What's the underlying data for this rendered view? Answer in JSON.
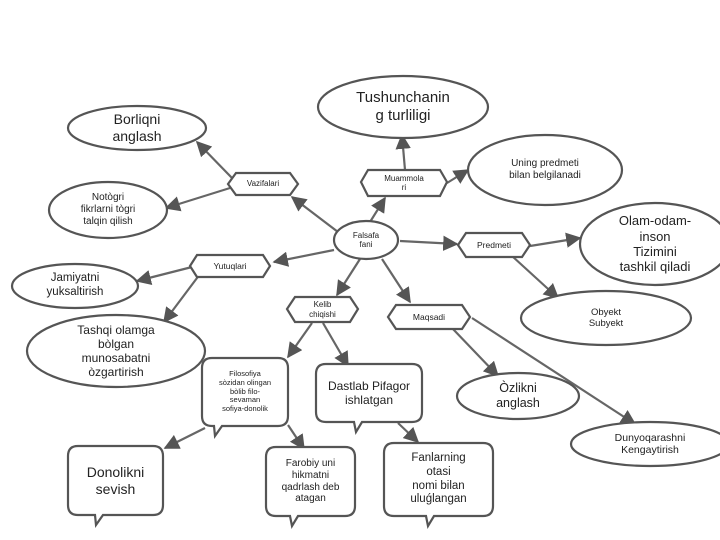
{
  "center": {
    "label": "Falsafa\nfani"
  },
  "hexagons": {
    "vazifalari": "Vazifalari",
    "muammolari": "Muammola\nri",
    "predmeti": "Predmeti",
    "yutuqlari": "Yutuqlari",
    "kelib_chiqishi": "Kelib\nchiqishi",
    "maqsadi": "Maqsadi"
  },
  "ellipses": {
    "borliqni_anglash": "Borliqni\nanglash",
    "notogri_fikrlar": "Notògri\nfikrlarni tògri\ntalqin qilish",
    "tushunchaning": "Tushunchanin\ng turliligi",
    "uning_predmeti": "Uning predmeti\nbilan belgilanadi",
    "olam_odam_inson": "Olam-odam-\ninson\nTizimini\ntashkil qiladi",
    "obyekt_subyekt": "Obyekt\nSubyekt",
    "jamiyatni": "Jamiyatni\nyuksaltirish",
    "tashqi_olamga": "Tashqi olamga\nbòlgan\nmunosabatni\nòzgartirish",
    "ozlikni_anglash": "Òzlikni\nanglash",
    "dunyoqarashni": "Dunyoqarashni\nKengaytirish"
  },
  "callouts": {
    "filosofiya": "Filosofiya\nsòzidan olingan\nbòlib filo-\nsevaman\nsofiya-donolik",
    "dastlab_pifagor": "Dastlab Pifagor\nishlatgan",
    "donolikni_sevish": "Donolikni\nsevish",
    "farobiy_uni": "Farobiy uni\nhikmatni\nqadrlash deb\natagan",
    "fanlarning_otasi": "Fanlarning\notasi\n nomi bilan\nuluǵlangan"
  },
  "colors": {
    "stroke": "#555555",
    "fill": "#ffffff",
    "text": "#222222"
  }
}
